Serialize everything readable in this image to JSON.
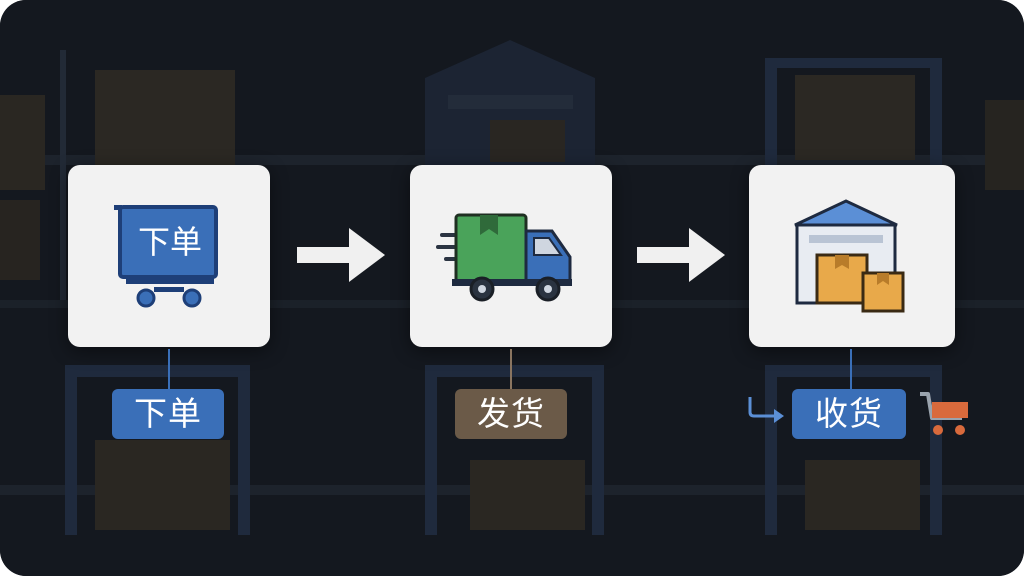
{
  "steps": [
    {
      "icon_text": "下单",
      "label": "下单",
      "icon": "shopping-cart-icon",
      "label_color": "#3a6fb8"
    },
    {
      "label": "发货",
      "icon": "delivery-truck-icon",
      "label_color": "#6b5a48"
    },
    {
      "label": "收货",
      "icon": "warehouse-boxes-icon",
      "label_color": "#3a6fb8"
    }
  ],
  "colors": {
    "background": "#14181f",
    "card": "#f2f2f2",
    "blue": "#3a6fb8",
    "green": "#4aa35a",
    "box": "#e8a94a",
    "cart_orange": "#d96a3c"
  }
}
